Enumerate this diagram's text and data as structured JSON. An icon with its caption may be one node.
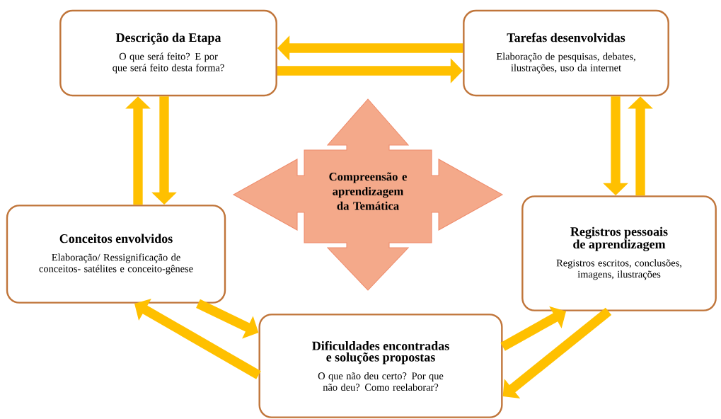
{
  "diagram": {
    "nodes": [
      {
        "text": [
          "Descrição da Etapa",
          "O que será feito? E por que será feito desta forma?"
        ]
      },
      {
        "text": [
          "Tarefas desenvolvidas",
          "Elaboração de pesquisas, debates, ilustrações, uso da internet"
        ]
      },
      {
        "text": [
          "Registros pessoais de aprendizagem",
          "Registros escritos, conclusões, imagens, ilustrações"
        ]
      },
      {
        "text": [
          "Conceitos envolvidos",
          "Elaboração/ Ressignificação de conceitos- satélites e conceito-gênese"
        ]
      },
      {
        "text": [
          "Dificuldades encontradas e soluções propostas",
          "O que não deu certo? Por que não deu? Como reelaborar?"
        ]
      },
      {
        "text": [
          "Compreensão e aprendizagem da Temática"
        ]
      }
    ],
    "edges": [
      {
        "from": 1,
        "to": 0,
        "arrow": "to"
      },
      {
        "from": 0,
        "to": 1,
        "arrow": "to"
      },
      {
        "from": 3,
        "to": 0,
        "arrow": "to"
      },
      {
        "from": 0,
        "to": 3,
        "arrow": "to"
      },
      {
        "from": 1,
        "to": 2,
        "arrow": "to"
      },
      {
        "from": 2,
        "to": 1,
        "arrow": "to"
      },
      {
        "from": 3,
        "to": 4,
        "arrow": "to"
      },
      {
        "from": 4,
        "to": 3,
        "arrow": "to"
      },
      {
        "from": 4,
        "to": 2,
        "arrow": "to"
      },
      {
        "from": 2,
        "to": 4,
        "arrow": "to"
      }
    ]
  }
}
